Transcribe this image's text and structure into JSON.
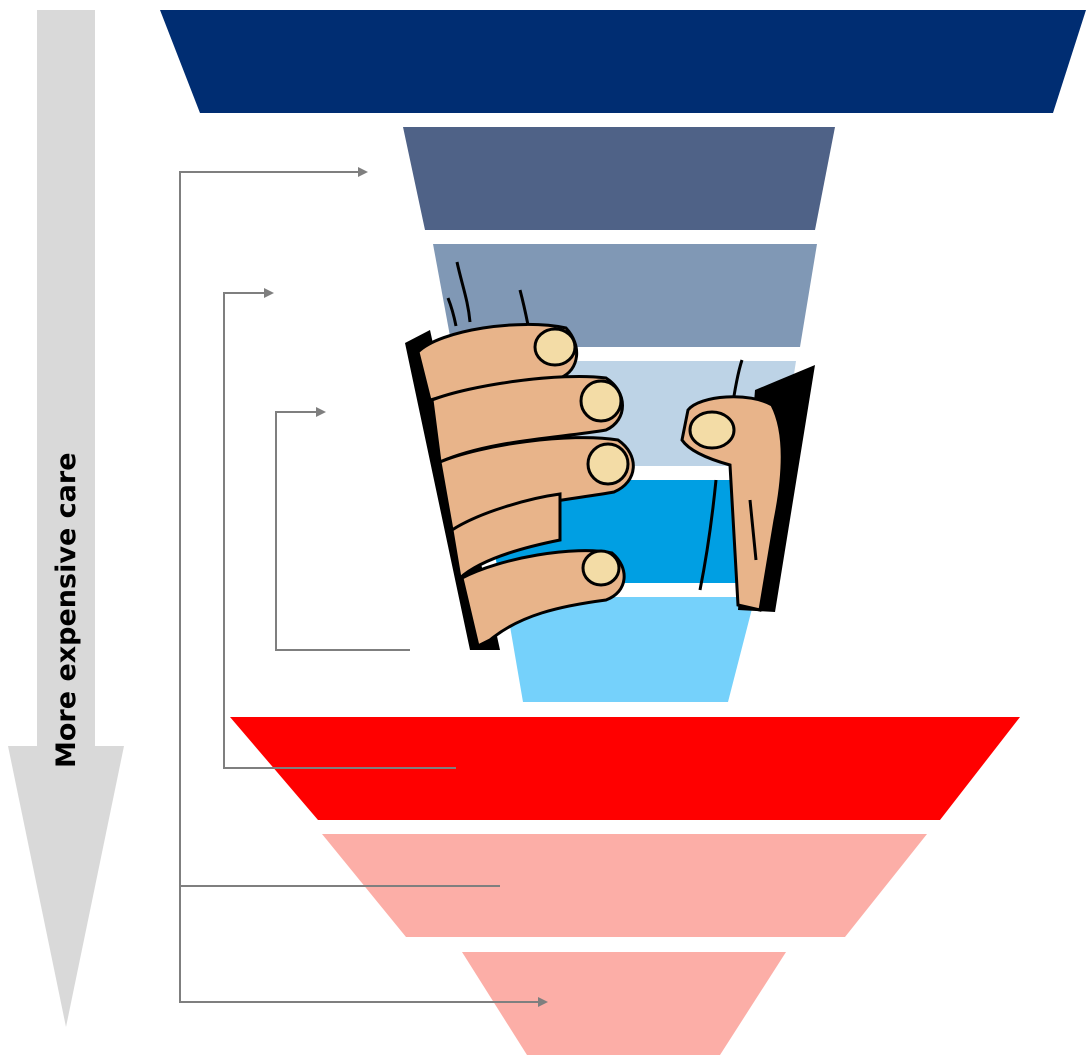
{
  "axis": {
    "label": "More expensive care",
    "arrow_color": "#d9d9d9"
  },
  "layers": [
    {
      "name": "layer-1",
      "color": "#002d72"
    },
    {
      "name": "layer-2",
      "color": "#4f6287"
    },
    {
      "name": "layer-3",
      "color": "#8098b5"
    },
    {
      "name": "layer-4",
      "color": "#bdd3e6"
    },
    {
      "name": "layer-5",
      "color": "#009fe3"
    },
    {
      "name": "layer-6",
      "color": "#75d1fb"
    },
    {
      "name": "layer-7",
      "color": "#ff0000"
    },
    {
      "name": "layer-8",
      "color": "#fcaea7"
    },
    {
      "name": "layer-9",
      "color": "#fcaea7"
    }
  ],
  "connectors": {
    "color": "#7f7f7f",
    "count": 3
  },
  "illustration": {
    "icon": "gripping-hands-icon",
    "skin_color": "#e8b48a",
    "outline_color": "#000000",
    "nail_color": "#f3dca6"
  }
}
